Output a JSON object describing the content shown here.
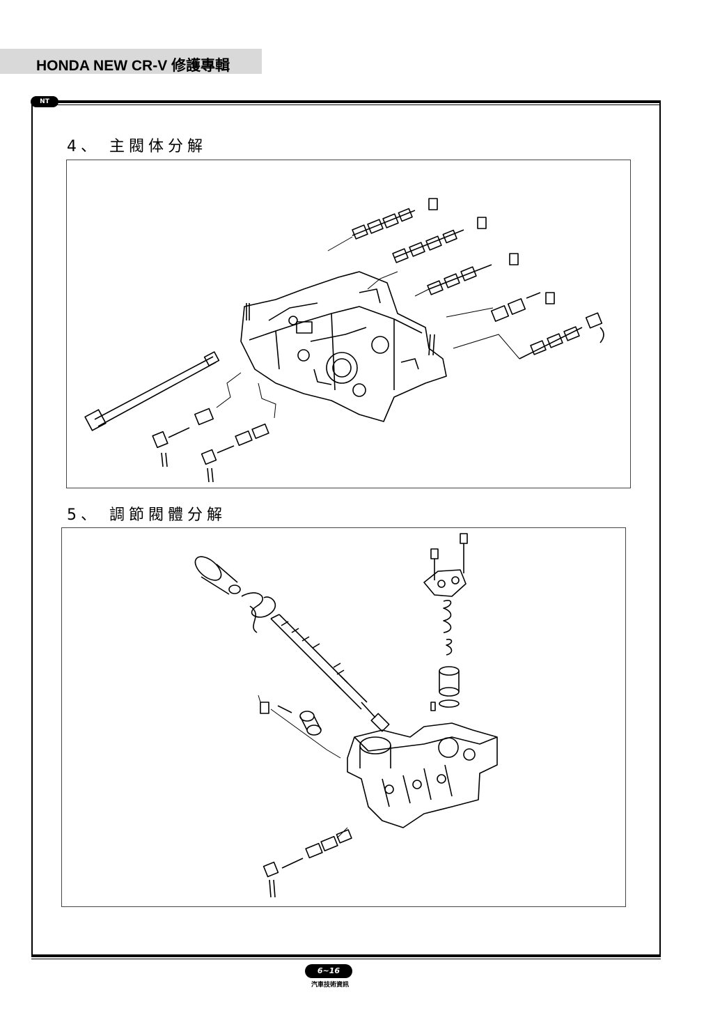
{
  "header": {
    "title": "HONDA NEW CR-V  修護專輯"
  },
  "logo": {
    "text": "NT"
  },
  "sections": [
    {
      "title": "4、 主閥体分解"
    },
    {
      "title": "5、 調節閥體分解"
    }
  ],
  "footer": {
    "page": "6~16",
    "publisher": "汽車技術資訊"
  }
}
